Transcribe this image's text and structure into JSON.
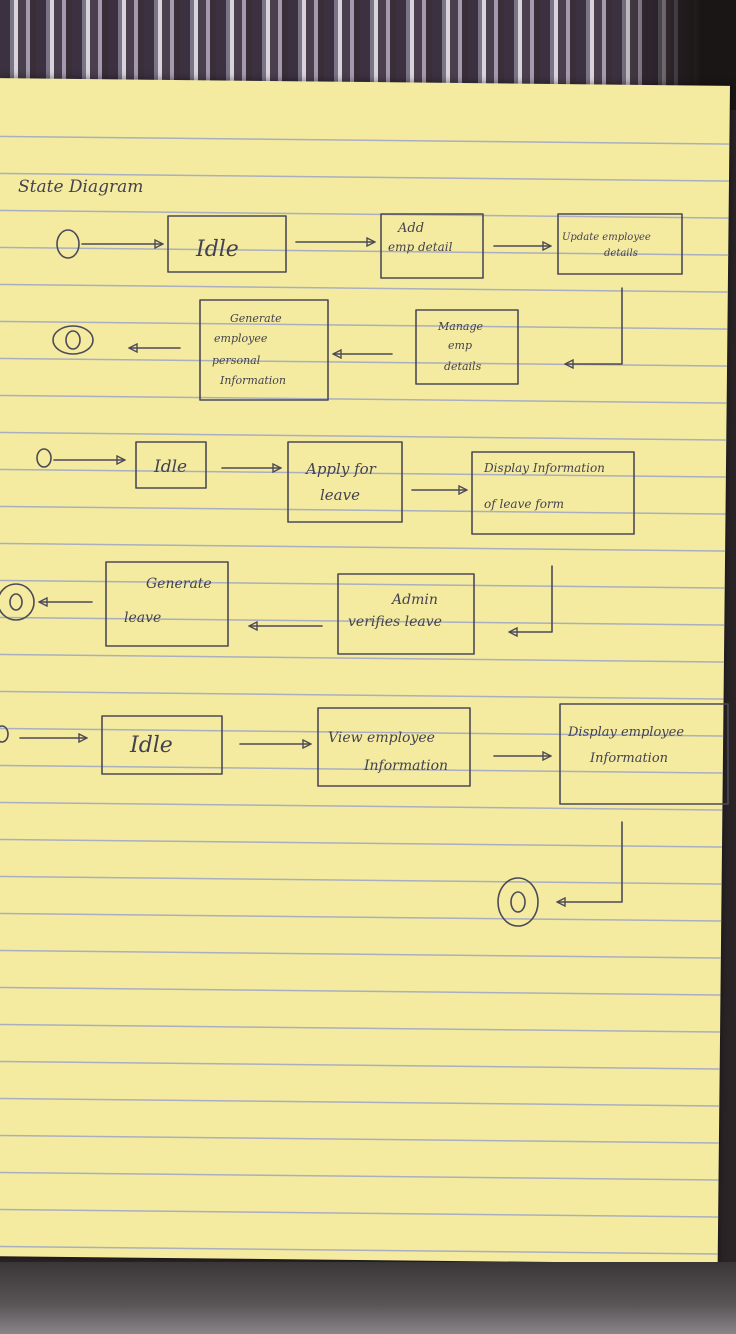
{
  "diagram": {
    "title": "State Diagram",
    "states": {
      "idle_1": "Idle",
      "add_emp": [
        "Add",
        "emp detail"
      ],
      "update_emp": [
        "Update employee",
        "details"
      ],
      "manage_emp": [
        "Manage",
        "emp",
        "details"
      ],
      "generate_info": [
        "Generate",
        "employee",
        "personal",
        "Information"
      ],
      "idle_2": "Idle",
      "apply_leave": [
        "Apply for",
        "leave"
      ],
      "display_leave_form": [
        "Display Information",
        "of leave form"
      ],
      "admin_verifies": [
        "Admin",
        "verifies leave"
      ],
      "generate_leave": [
        "Generate",
        "leave"
      ],
      "idle_3": "Idle",
      "view_emp_info": [
        "View employee",
        "Information"
      ],
      "display_emp_info": [
        "Display employee",
        "Information"
      ]
    },
    "initial_state": "0",
    "final_state": "0"
  }
}
